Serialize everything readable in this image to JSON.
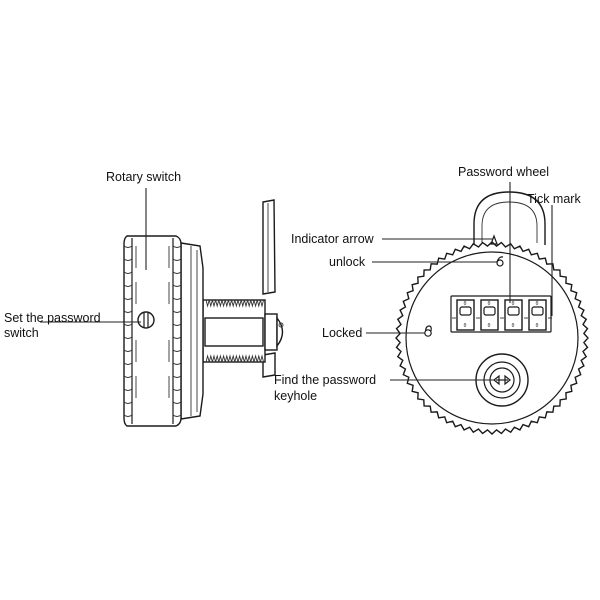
{
  "labels": {
    "rotary_switch": "Rotary switch",
    "set_password_line1": "Set the password",
    "set_password_line2": "switch",
    "password_wheel": "Password wheel",
    "tick_mark": "Tick mark",
    "indicator_arrow": "Indicator arrow",
    "unlock": "unlock",
    "locked": "Locked",
    "find_keyhole_line1": "Find the password",
    "find_keyhole_line2": "keyhole"
  },
  "wheel_digits": [
    "0",
    "0",
    "0",
    "0"
  ]
}
